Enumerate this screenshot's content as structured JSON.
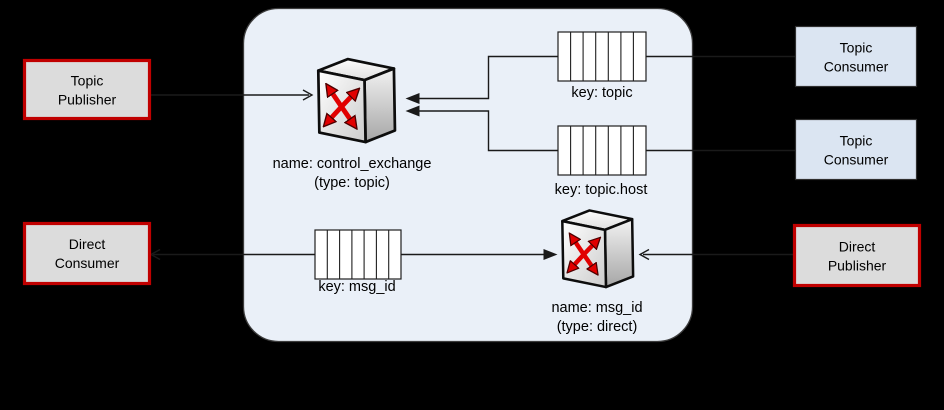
{
  "diagram": "rpc-message-broker",
  "broker": {
    "topic_exchange": {
      "name": "name: control_exchange",
      "type": "(type: topic)"
    },
    "direct_exchange": {
      "name": "name: msg_id",
      "type": "(type: direct)"
    },
    "queue_topic": {
      "label": "key: topic"
    },
    "queue_topic_host": {
      "label": "key: topic.host"
    },
    "queue_msg_id": {
      "label": "key: msg_id"
    }
  },
  "actors": {
    "topic_publisher": {
      "line1": "Topic",
      "line2": "Publisher"
    },
    "direct_consumer": {
      "line1": "Direct",
      "line2": "Consumer"
    },
    "topic_consumer_1": {
      "line1": "Topic",
      "line2": "Consumer"
    },
    "topic_consumer_2": {
      "line1": "Topic",
      "line2": "Consumer"
    },
    "direct_publisher": {
      "line1": "Direct",
      "line2": "Publisher"
    }
  },
  "colors": {
    "page_background": "#000000",
    "broker_fill": "#eaf0f8",
    "broker_border": "#3c3c3c",
    "gray_box_fill": "#dcdcdc",
    "red_box_border": "#c00000",
    "blue_box_fill": "#dbe5f2",
    "box_border": "#2f2f2f",
    "queue_fill": "#ffffff",
    "connector": "#1a1a1a",
    "exchange_arrow_red": "#e10000"
  }
}
